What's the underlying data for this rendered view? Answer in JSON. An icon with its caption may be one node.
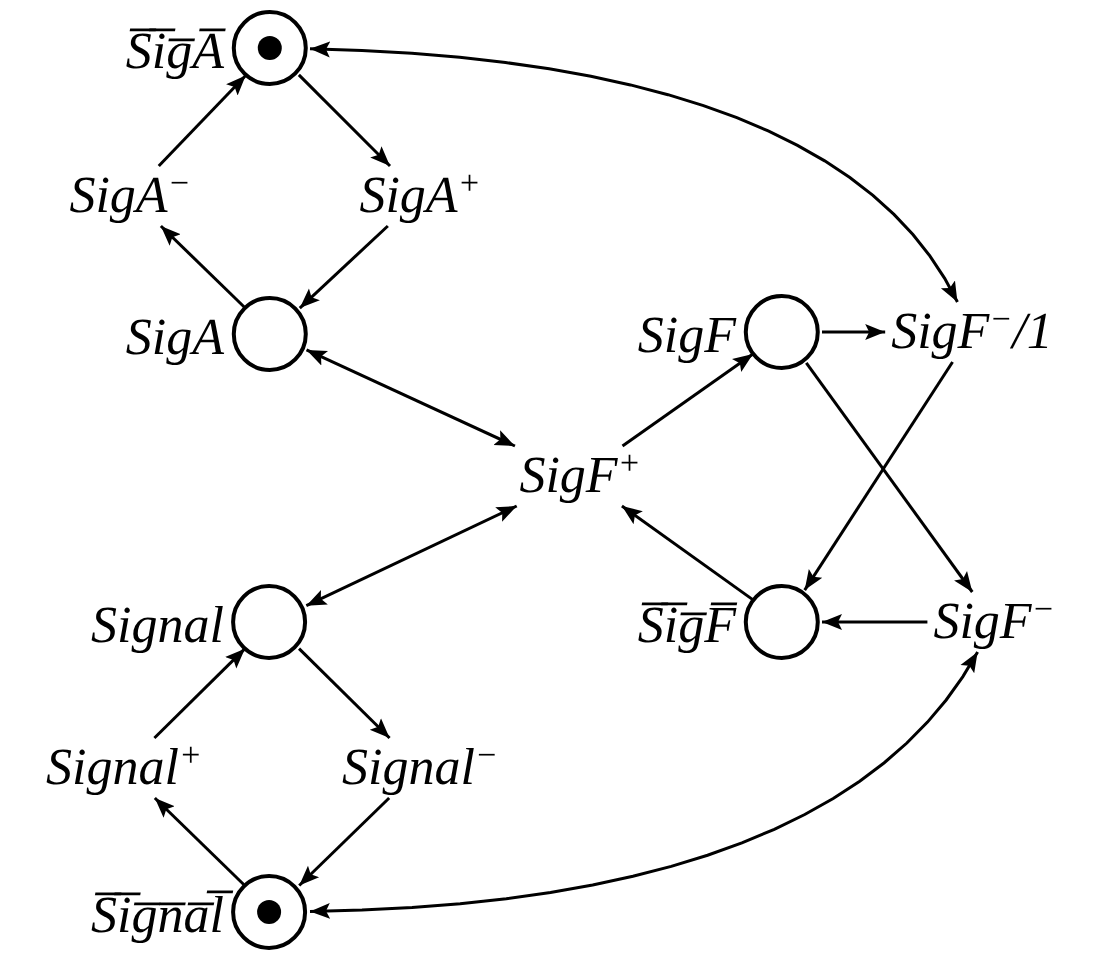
{
  "diagram": {
    "nodes": [
      {
        "text": [],
        "shape": "circle",
        "beside": [
          "S̅i̅g̅A̅"
        ]
      },
      {
        "text": [],
        "shape": "dot",
        "in": 0
      },
      {
        "text": [
          "SigA$^{−}$"
        ]
      },
      {
        "text": [
          "SigA$^{+}$"
        ]
      },
      {
        "text": [],
        "shape": "circle",
        "beside": [
          "SigA"
        ]
      },
      {
        "text": [],
        "shape": "circle",
        "beside": [
          "SigF"
        ]
      },
      {
        "text": [
          "SigF$^{−}$/1"
        ]
      },
      {
        "text": [
          "SigF$^{+}$"
        ]
      },
      {
        "text": [],
        "shape": "circle",
        "beside": [
          "Signal"
        ]
      },
      {
        "text": [],
        "shape": "circle",
        "beside": [
          "S̅i̅g̅F̅"
        ]
      },
      {
        "text": [
          "SigF$^{−}$"
        ]
      },
      {
        "text": [
          "Signal$^{+}$"
        ]
      },
      {
        "text": [
          "Signal$^{−}$"
        ]
      },
      {
        "text": [],
        "shape": "circle",
        "beside": [
          "S̅i̅g̅n̅a̅l̅"
        ]
      },
      {
        "text": [],
        "shape": "dot",
        "in": 13
      }
    ],
    "edges": [
      {
        "from": 0,
        "to": 3,
        "arrow": "to"
      },
      {
        "from": 3,
        "to": 4,
        "arrow": "to"
      },
      {
        "from": 4,
        "to": 2,
        "arrow": "to"
      },
      {
        "from": 2,
        "to": 0,
        "arrow": "to"
      },
      {
        "from": 0,
        "to": 6,
        "arrow": "both"
      },
      {
        "from": 4,
        "to": 7,
        "arrow": "both"
      },
      {
        "from": 7,
        "to": 5,
        "arrow": "to"
      },
      {
        "from": 5,
        "to": 6,
        "arrow": "to"
      },
      {
        "from": 5,
        "to": 10,
        "arrow": "to"
      },
      {
        "from": 6,
        "to": 9,
        "arrow": "to"
      },
      {
        "from": 8,
        "to": 7,
        "arrow": "both"
      },
      {
        "from": 10,
        "to": 9,
        "arrow": "to"
      },
      {
        "from": 9,
        "to": 7,
        "arrow": "to"
      },
      {
        "from": 8,
        "to": 12,
        "arrow": "to"
      },
      {
        "from": 12,
        "to": 13,
        "arrow": "to"
      },
      {
        "from": 13,
        "to": 11,
        "arrow": "to"
      },
      {
        "from": 11,
        "to": 8,
        "arrow": "to"
      },
      {
        "from": 13,
        "to": 10,
        "arrow": "both"
      }
    ]
  }
}
